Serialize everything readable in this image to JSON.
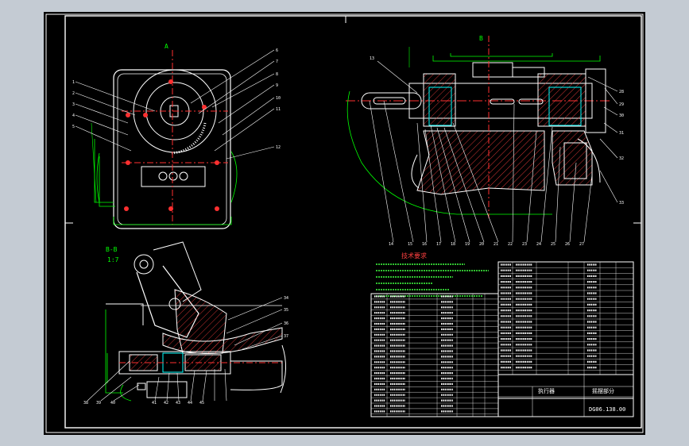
{
  "view_label_top": "A",
  "view_label_side": "B",
  "section_label": "B-B",
  "section_scale": "1:7",
  "tech_req_title": "技术要求",
  "title_block": {
    "name": "执行器",
    "part_title": "摇摆部分",
    "drawing_no": "DG06.138.00"
  },
  "balloon_numbers": [
    "1",
    "2",
    "3",
    "4",
    "5",
    "6",
    "7",
    "8",
    "9",
    "10",
    "11",
    "12",
    "13",
    "14",
    "15",
    "16",
    "17",
    "18",
    "19",
    "20",
    "21",
    "22",
    "23",
    "24",
    "25",
    "26",
    "27",
    "28",
    "29",
    "30",
    "31",
    "32",
    "33",
    "34",
    "35",
    "36",
    "37",
    "38",
    "39",
    "40",
    "41",
    "42",
    "43",
    "44",
    "45"
  ],
  "colors": {
    "background": "#000000",
    "frame": "#ffffff",
    "outline": "#ffffff",
    "hatch": "#ff4040",
    "dimension": "#00ff00",
    "leader": "#ffffff",
    "center": "#ff3030",
    "text": "#ffffff",
    "tech_text": "#40ff40",
    "viewport_border": "#c4cbd3"
  }
}
